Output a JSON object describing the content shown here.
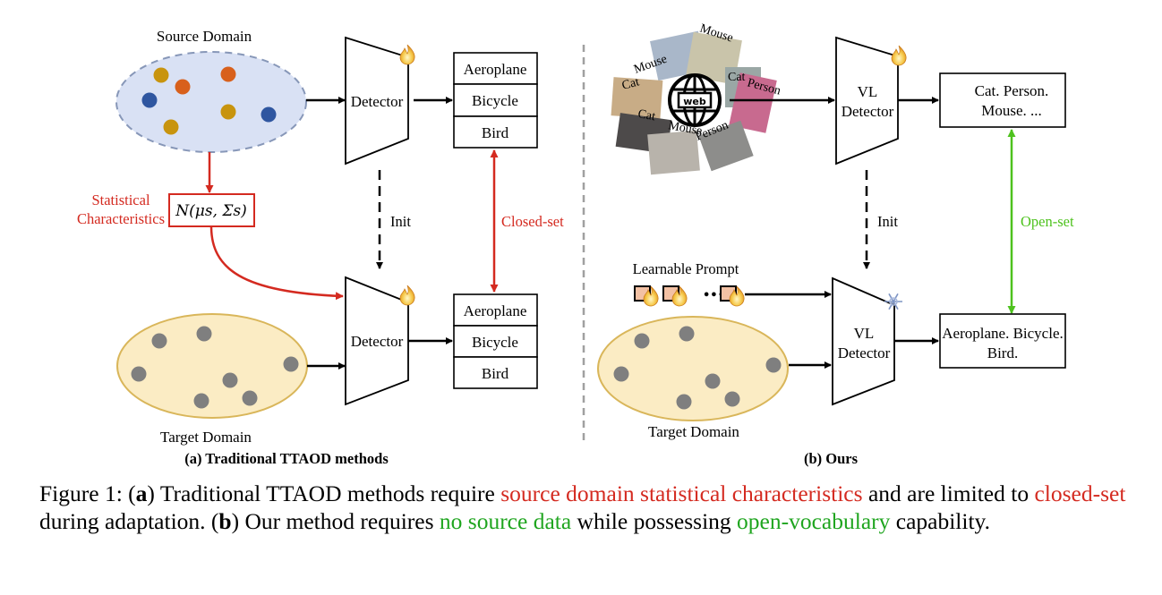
{
  "panel_a": {
    "source_domain_label": "Source Domain",
    "statistical_label_line1": "Statistical",
    "statistical_label_line2": "Characteristics",
    "gaussian_formula": "N(μs, Σs)",
    "detector_top_label": "Detector",
    "detector_bottom_label": "Detector",
    "init_label": "Init",
    "closed_set_label": "Closed-set",
    "classes_top": [
      "Aeroplane",
      "Bicycle",
      "Bird"
    ],
    "classes_bottom": [
      "Aeroplane",
      "Bicycle",
      "Bird"
    ],
    "target_domain_label": "Target Domain",
    "subtitle": "(a) Traditional TTAOD methods",
    "source_points_colors": [
      "#c8940e",
      "#d8601c",
      "#2f56a0"
    ],
    "target_point_color": "#7f7f7f"
  },
  "panel_b": {
    "web_label": "web",
    "web_image_tags": [
      "Mouse",
      "Mouse",
      "Cat",
      "Cat",
      "Person",
      "Cat",
      "Mouse",
      "Person"
    ],
    "vl_detector_top_line1": "VL",
    "vl_detector_top_line2": "Detector",
    "vl_detector_bottom_line1": "VL",
    "vl_detector_bottom_line2": "Detector",
    "init_label": "Init",
    "open_set_label": "Open-set",
    "output_top_line1": "Cat. Person.",
    "output_top_line2": "Mouse. ...",
    "output_bottom_line1": "Aeroplane. Bicycle.",
    "output_bottom_line2": "Bird.",
    "learnable_prompt_label": "Learnable Prompt",
    "prompt_ellipsis": "•••",
    "target_domain_label": "Target Domain",
    "subtitle": "(b) Ours"
  },
  "colors": {
    "red_accent": "#d42a20",
    "green_accent": "#4ec21e",
    "source_fill": "#d9e1f4",
    "target_fill": "#fbecc4",
    "target_stroke": "#d9b65a"
  },
  "caption": {
    "figure_label": "Figure 1:",
    "a_marker": "a",
    "part1": " Traditional TTAOD methods require ",
    "red1": "source domain statistical characteristics",
    "part2": " and are limited to ",
    "red2": "closed-set",
    "part3": " during adaptation. ",
    "b_marker": "b",
    "part4": " Our method requires ",
    "green1": "no source data",
    "part5": " while possessing ",
    "green2": "open-vocabulary",
    "part6": " capability."
  }
}
